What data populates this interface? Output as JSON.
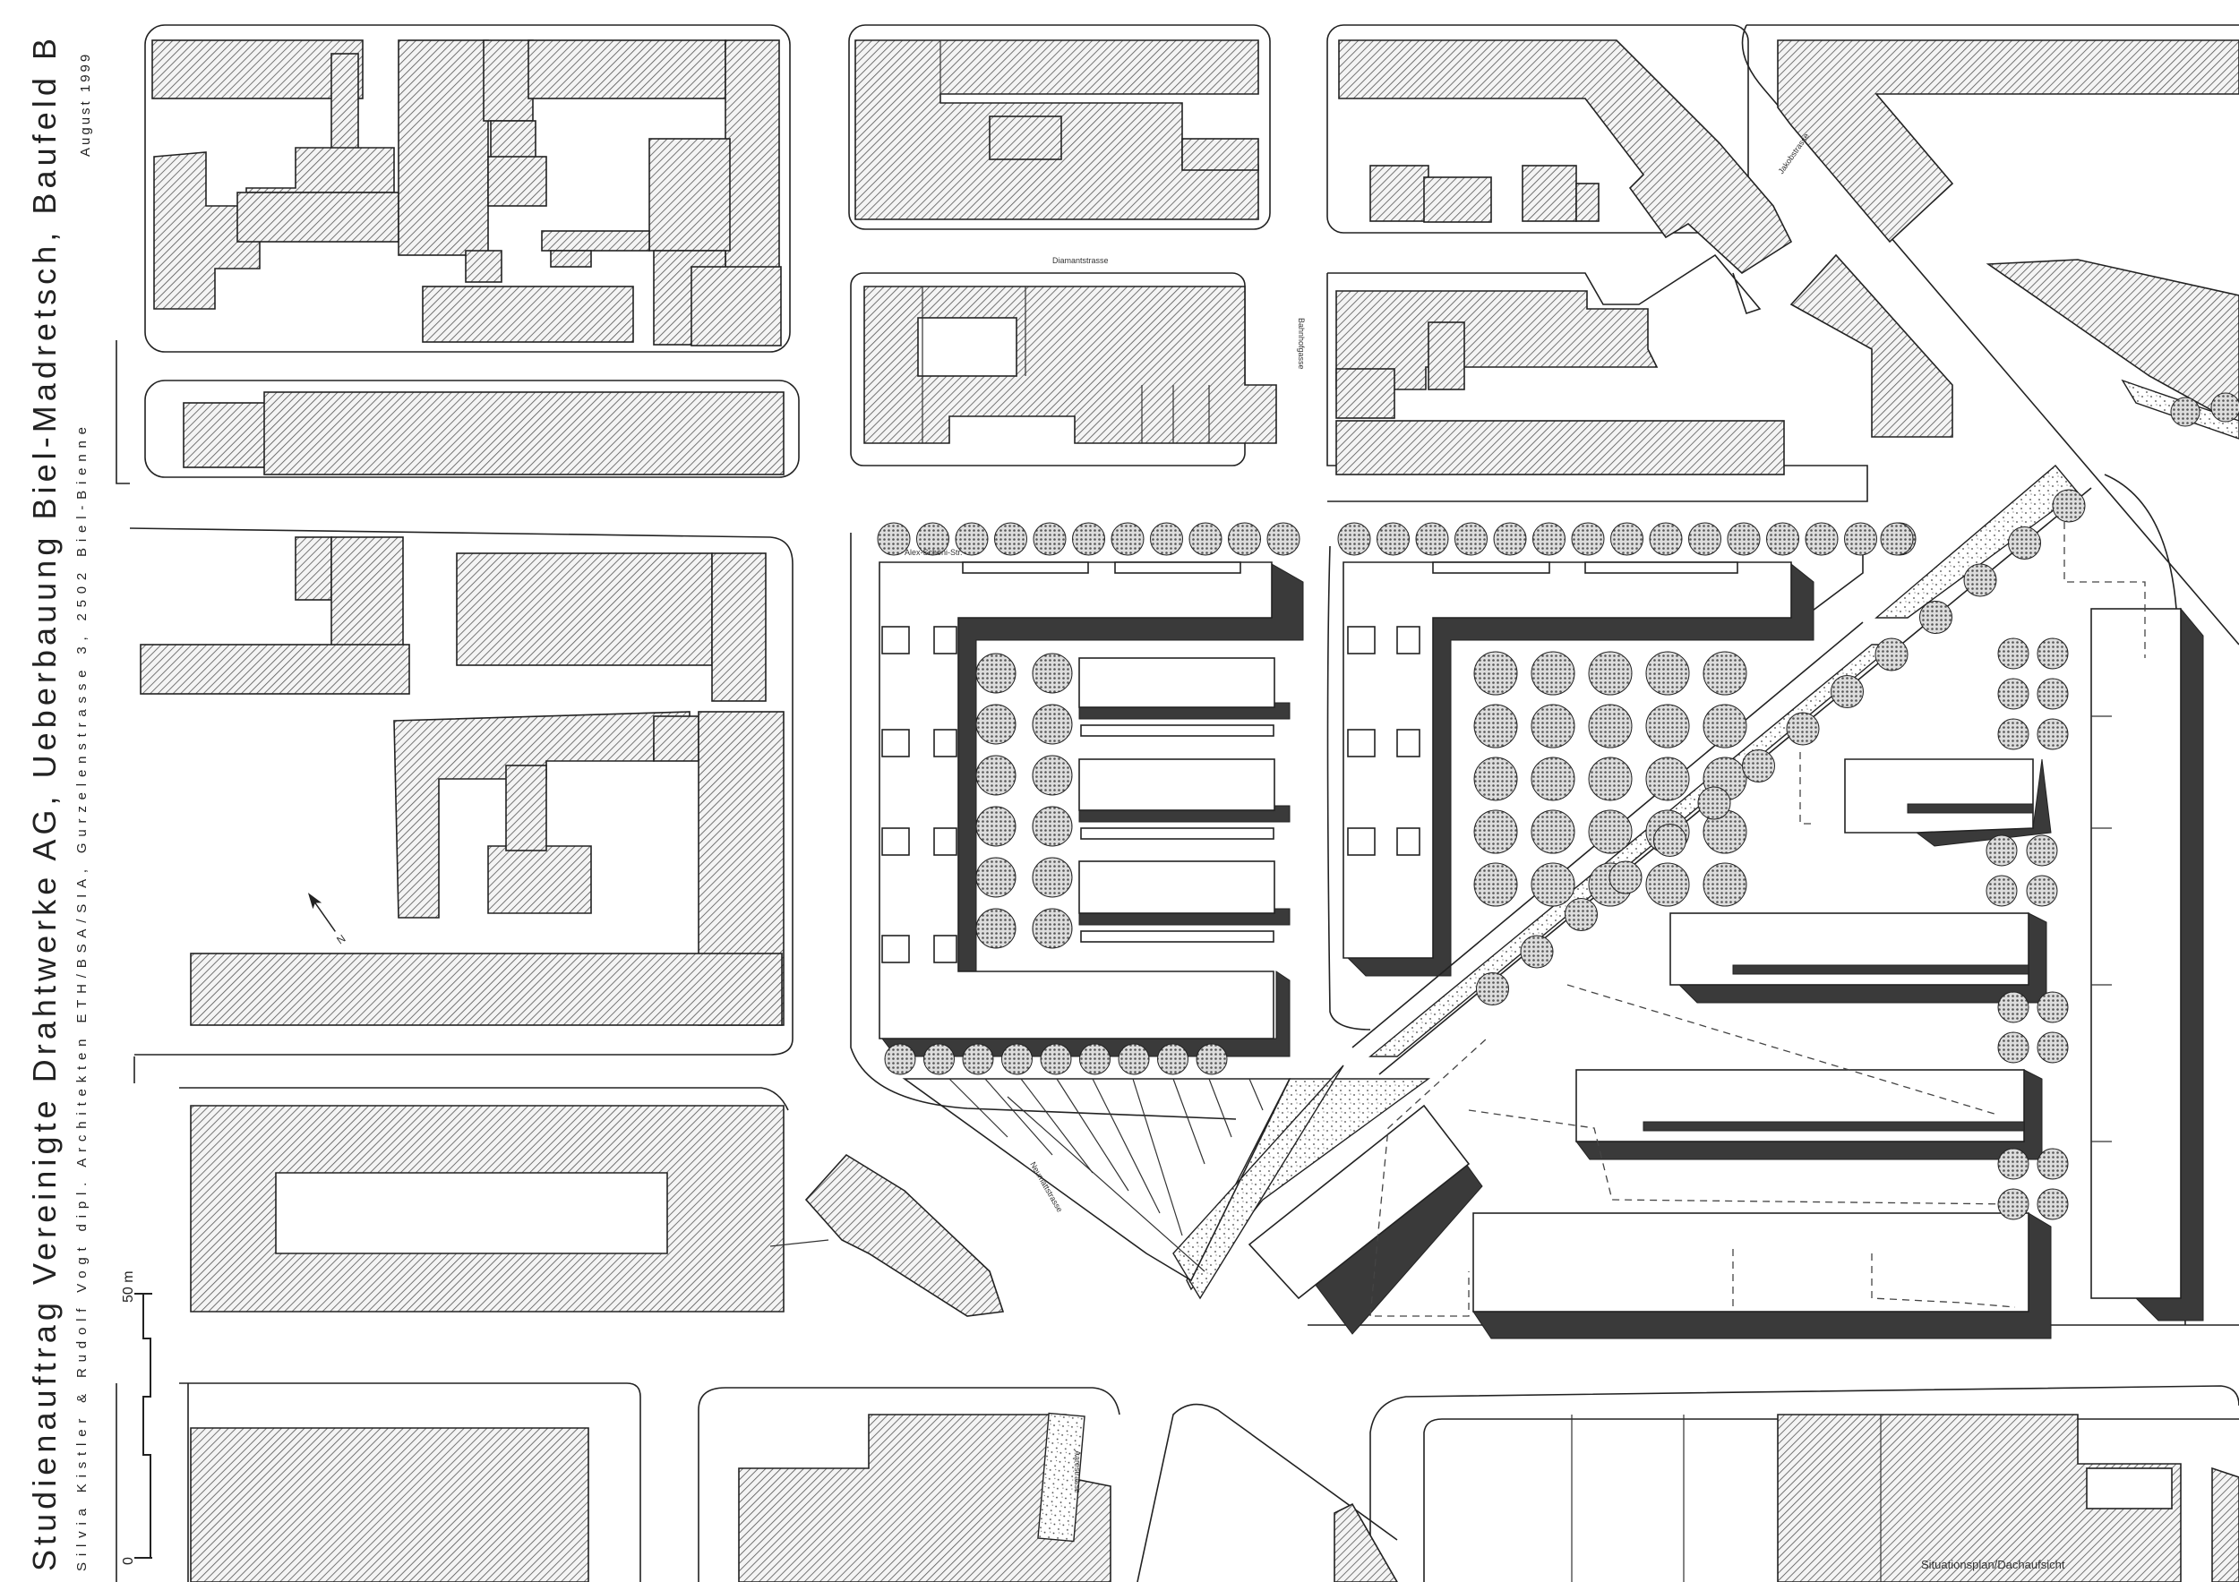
{
  "title": {
    "main": "Studienauftrag Vereinigte Drahtwerke AG, Ueberbauung Biel-Madretsch, Baufeld B",
    "date": "August 1999",
    "credits": "Silvia Kistler & Rudolf Vogt dipl. Architekten ETH/BSA/SIA, Gurzelenstrasse 3, 2502 Biel-Bienne"
  },
  "plan_label": "Situationsplan/Dachaufsicht",
  "scale": {
    "zero": "0",
    "max": "50 m"
  },
  "north_label": "N",
  "streets": [
    {
      "name": "Diamantstrasse"
    },
    {
      "name": "Alex-Schöni-Str."
    },
    {
      "name": "Bahnhofgasse"
    },
    {
      "name": "Jakobstrasse"
    },
    {
      "name": "Neumattstrasse"
    },
    {
      "name": "Aarestrasse"
    }
  ],
  "colors": {
    "ink": "#222222",
    "hatch": "#555555",
    "shadow": "#3a3a3a",
    "paper": "#ffffff"
  }
}
